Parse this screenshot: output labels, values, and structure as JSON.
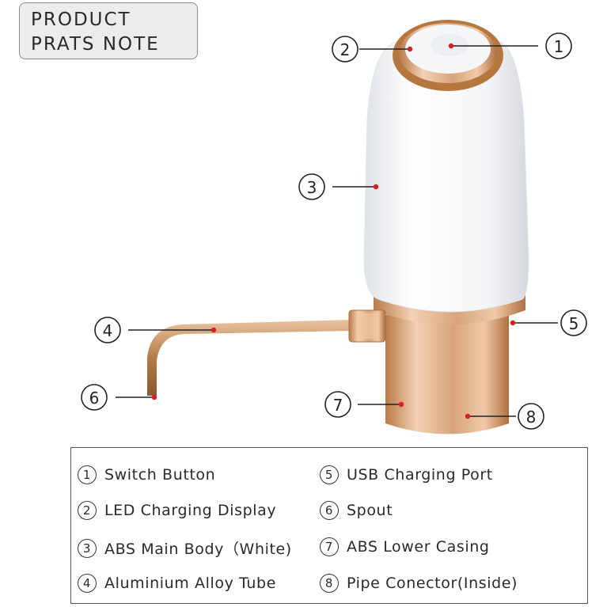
{
  "title": {
    "line1": "PRODUCT",
    "line2": "PRATS NOTE"
  },
  "colors": {
    "gold": "#c8905c",
    "gold_dark": "#a86a3a",
    "body_white": "#f7f8f9",
    "marker_red": "#d81e1e"
  },
  "callouts": [
    {
      "num": "1"
    },
    {
      "num": "2"
    },
    {
      "num": "3"
    },
    {
      "num": "4"
    },
    {
      "num": "5"
    },
    {
      "num": "6"
    },
    {
      "num": "7"
    },
    {
      "num": "8"
    }
  ],
  "legend": [
    {
      "num": "1",
      "label": "Switch Button"
    },
    {
      "num": "2",
      "label": "LED Charging Display"
    },
    {
      "num": "3",
      "label": "ABS Main Body（White)"
    },
    {
      "num": "4",
      "label": "Aluminium Alloy Tube"
    },
    {
      "num": "5",
      "label": "USB Charging Port"
    },
    {
      "num": "6",
      "label": "Spout"
    },
    {
      "num": "7",
      "label": "ABS Lower Casing"
    },
    {
      "num": "8",
      "label": "Pipe Conector(Inside)"
    }
  ]
}
